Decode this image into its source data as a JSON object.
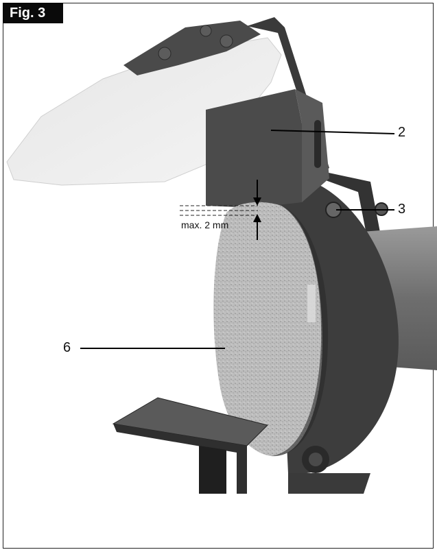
{
  "figure": {
    "tag": "Fig. 3"
  },
  "callouts": {
    "guard": "2",
    "screw": "3",
    "wheel": "6"
  },
  "gap_note": "max. 2 mm"
}
